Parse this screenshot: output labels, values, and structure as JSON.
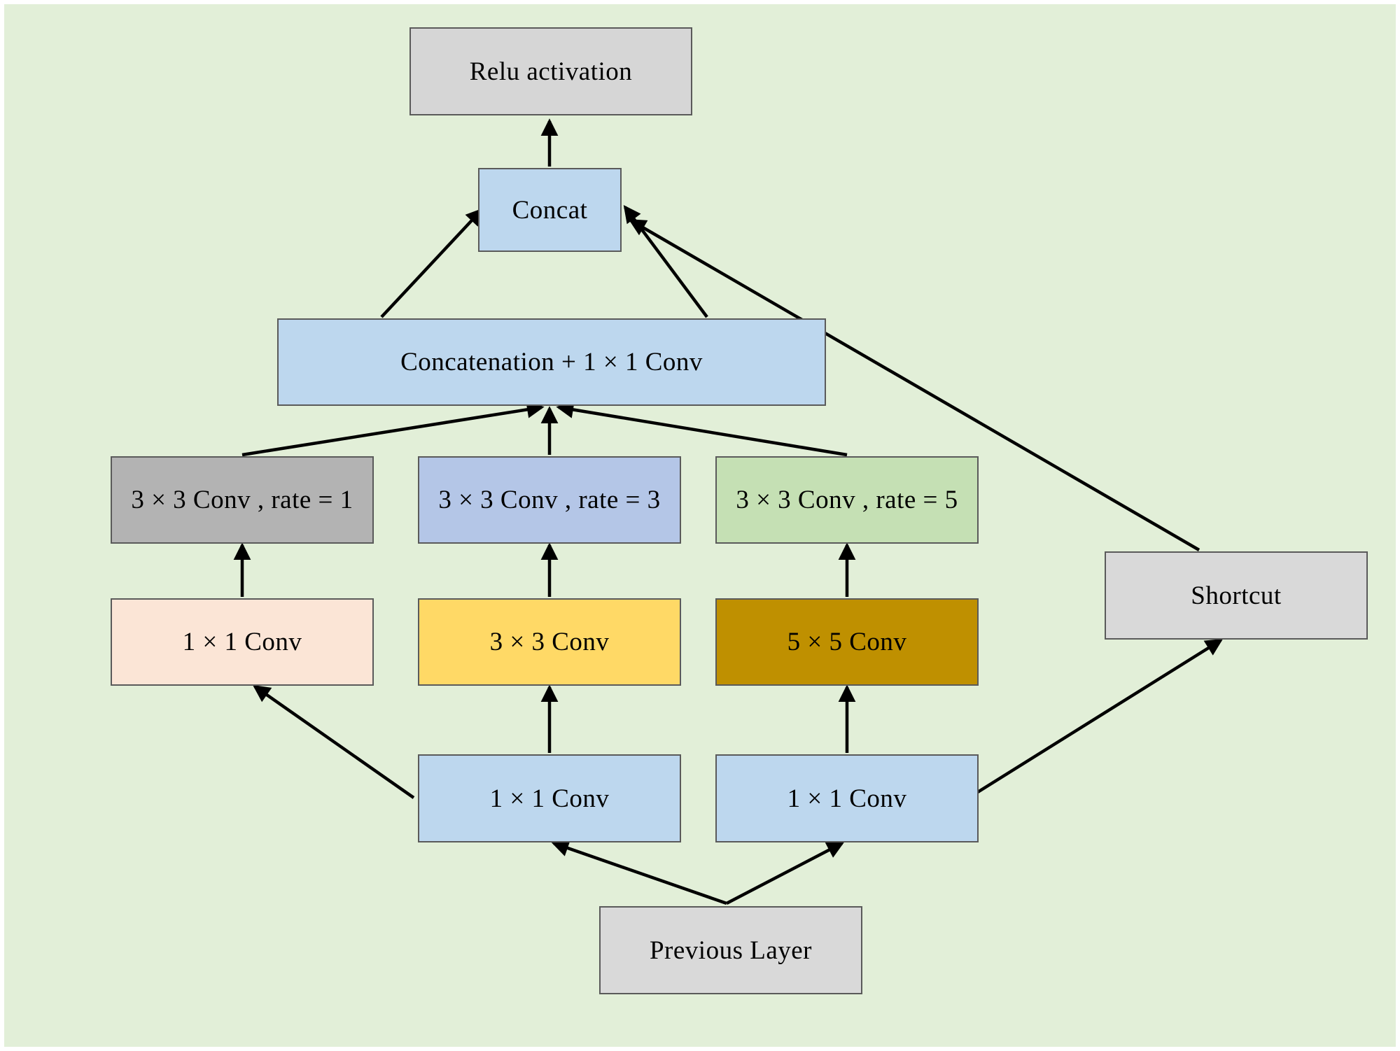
{
  "figure": {
    "kind": "neural-network-block-diagram",
    "background_color": "#e2efd8",
    "line_color": "#000000",
    "nodes": {
      "relu": {
        "label": "Relu activation",
        "fill": "#d6d6d6"
      },
      "concat": {
        "label": "Concat",
        "fill": "#bdd7ee"
      },
      "concat_conv": {
        "label": "Concatenation + 1 × 1 Conv",
        "fill": "#bdd7ee"
      },
      "rate1": {
        "label": "3 × 3 Conv , rate = 1",
        "fill": "#b3b3b3"
      },
      "rate3": {
        "label": "3 × 3 Conv , rate = 3",
        "fill": "#b4c6e7"
      },
      "rate5": {
        "label": "3 × 3 Conv , rate = 5",
        "fill": "#c5e0b4"
      },
      "conv1x1_left": {
        "label": "1 × 1 Conv",
        "fill": "#fbe5d6"
      },
      "conv3x3": {
        "label": "3 × 3 Conv",
        "fill": "#ffd966"
      },
      "conv5x5": {
        "label": "5 × 5 Conv",
        "fill": "#bf9000"
      },
      "shortcut": {
        "label": "Shortcut",
        "fill": "#d9d9d9"
      },
      "conv1x1_mid": {
        "label": "1 × 1 Conv",
        "fill": "#bdd7ee"
      },
      "conv1x1_right": {
        "label": "1 × 1 Conv",
        "fill": "#bdd7ee"
      },
      "previous": {
        "label": "Previous Layer",
        "fill": "#d9d9d9"
      }
    },
    "edges": [
      {
        "from": "concat",
        "to": "relu"
      },
      {
        "from": "concat_conv",
        "to": "concat"
      },
      {
        "from": "concat_conv",
        "to": "concat"
      },
      {
        "from": "shortcut",
        "to": "concat"
      },
      {
        "from": "rate1",
        "to": "concat_conv"
      },
      {
        "from": "rate3",
        "to": "concat_conv"
      },
      {
        "from": "rate5",
        "to": "concat_conv"
      },
      {
        "from": "conv1x1_left",
        "to": "rate1"
      },
      {
        "from": "conv3x3",
        "to": "rate3"
      },
      {
        "from": "conv5x5",
        "to": "rate5"
      },
      {
        "from": "conv1x1_mid",
        "to": "conv3x3"
      },
      {
        "from": "conv1x1_right",
        "to": "conv5x5"
      },
      {
        "from": "conv1x1_mid",
        "to": "conv1x1_left"
      },
      {
        "from": "conv1x1_right",
        "to": "shortcut"
      },
      {
        "from": "previous",
        "to": "conv1x1_mid"
      },
      {
        "from": "previous",
        "to": "conv1x1_right"
      }
    ]
  }
}
